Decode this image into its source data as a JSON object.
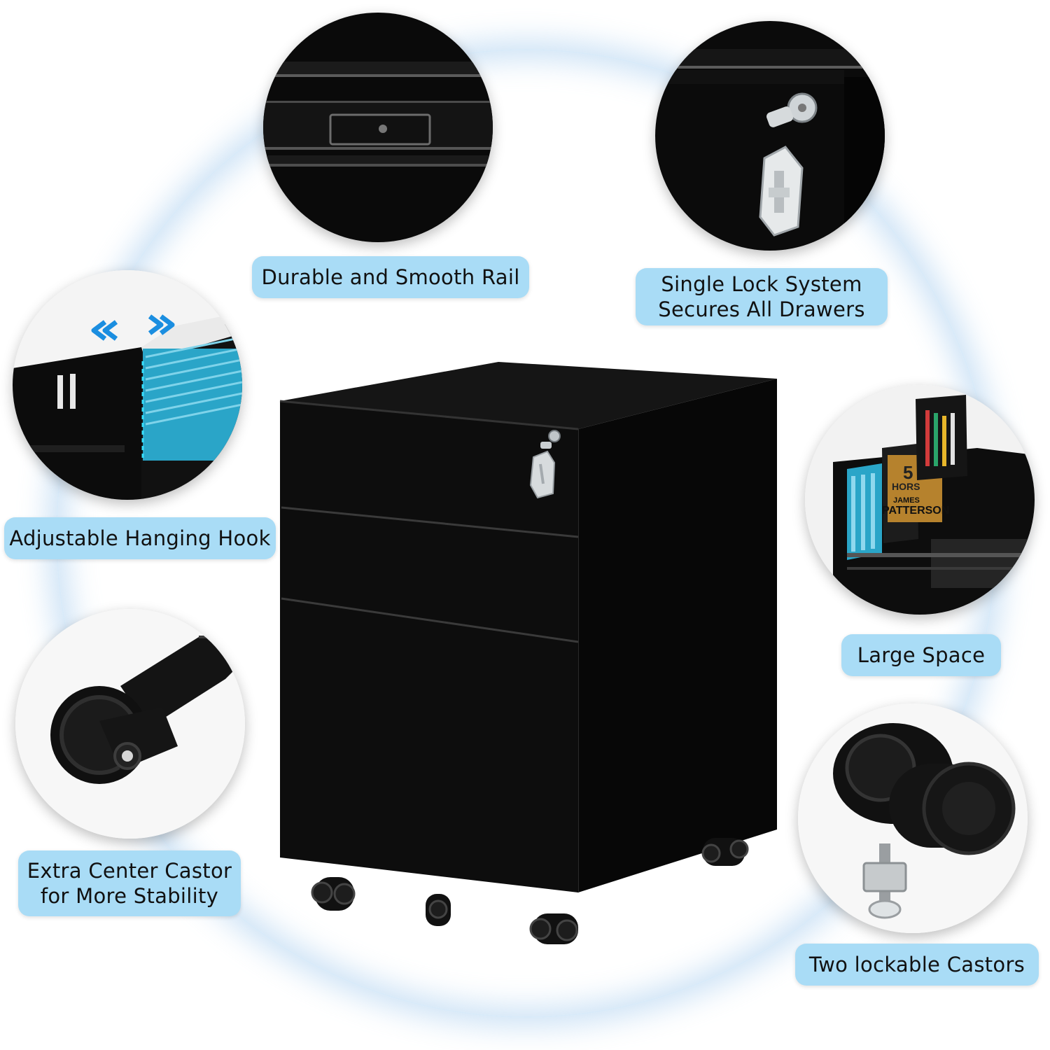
{
  "features": {
    "rail": {
      "lines": [
        "Durable and Smooth Rail"
      ]
    },
    "lock": {
      "lines": [
        "Single Lock System",
        "Secures All Drawers"
      ]
    },
    "hook": {
      "lines": [
        "Adjustable Hanging Hook"
      ]
    },
    "space": {
      "lines": [
        "Large Space"
      ]
    },
    "castor_center": {
      "lines": [
        "Extra Center Castor",
        "for More Stability"
      ]
    },
    "castor_lock": {
      "lines": [
        "Two lockable Castors"
      ]
    }
  },
  "book": {
    "title_line1": "5",
    "title_line2": "HORS",
    "author_line1": "JAMES",
    "author_line2": "PATTERSON"
  },
  "colors": {
    "label_bg": "#a9dcf6",
    "cabinet": "#0b0b0b",
    "glow": "#96c3eb",
    "arrow_blue": "#1b8ee0",
    "folder_teal": "#2aa5c8"
  },
  "icons": [
    "chevron-left-double-icon",
    "chevron-right-double-icon"
  ]
}
